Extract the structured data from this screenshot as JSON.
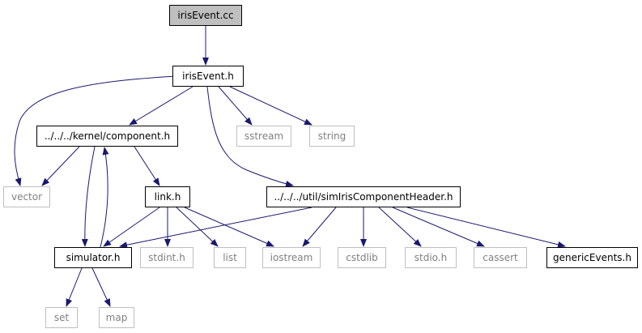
{
  "diagram": {
    "edge_color": "#191970",
    "nodes": {
      "irisEvent_cc": "irisEvent.cc",
      "irisEvent_h": "irisEvent.h",
      "component_h": "../../../kernel/component.h",
      "sstream": "sstream",
      "string": "string",
      "vector": "vector",
      "link_h": "link.h",
      "simIrisComponentHeader_h": "../../../util/simIrisComponentHeader.h",
      "simulator_h": "simulator.h",
      "stdint_h": "stdint.h",
      "list": "list",
      "iostream": "iostream",
      "cstdlib": "cstdlib",
      "stdio_h": "stdio.h",
      "cassert": "cassert",
      "genericEvents_h": "genericEvents.h",
      "set": "set",
      "map": "map"
    },
    "edges": [
      [
        "irisEvent_cc",
        "irisEvent_h"
      ],
      [
        "irisEvent_h",
        "vector"
      ],
      [
        "irisEvent_h",
        "component_h"
      ],
      [
        "irisEvent_h",
        "sstream"
      ],
      [
        "irisEvent_h",
        "string"
      ],
      [
        "irisEvent_h",
        "simIrisComponentHeader_h"
      ],
      [
        "component_h",
        "vector"
      ],
      [
        "component_h",
        "simulator_h"
      ],
      [
        "component_h",
        "link_h"
      ],
      [
        "simulator_h",
        "component_h"
      ],
      [
        "link_h",
        "simulator_h"
      ],
      [
        "link_h",
        "stdint_h"
      ],
      [
        "link_h",
        "list"
      ],
      [
        "link_h",
        "iostream"
      ],
      [
        "simIrisComponentHeader_h",
        "simulator_h"
      ],
      [
        "simIrisComponentHeader_h",
        "iostream"
      ],
      [
        "simIrisComponentHeader_h",
        "cstdlib"
      ],
      [
        "simIrisComponentHeader_h",
        "stdio_h"
      ],
      [
        "simIrisComponentHeader_h",
        "cassert"
      ],
      [
        "simIrisComponentHeader_h",
        "genericEvents_h"
      ],
      [
        "simulator_h",
        "set"
      ],
      [
        "simulator_h",
        "map"
      ]
    ]
  }
}
